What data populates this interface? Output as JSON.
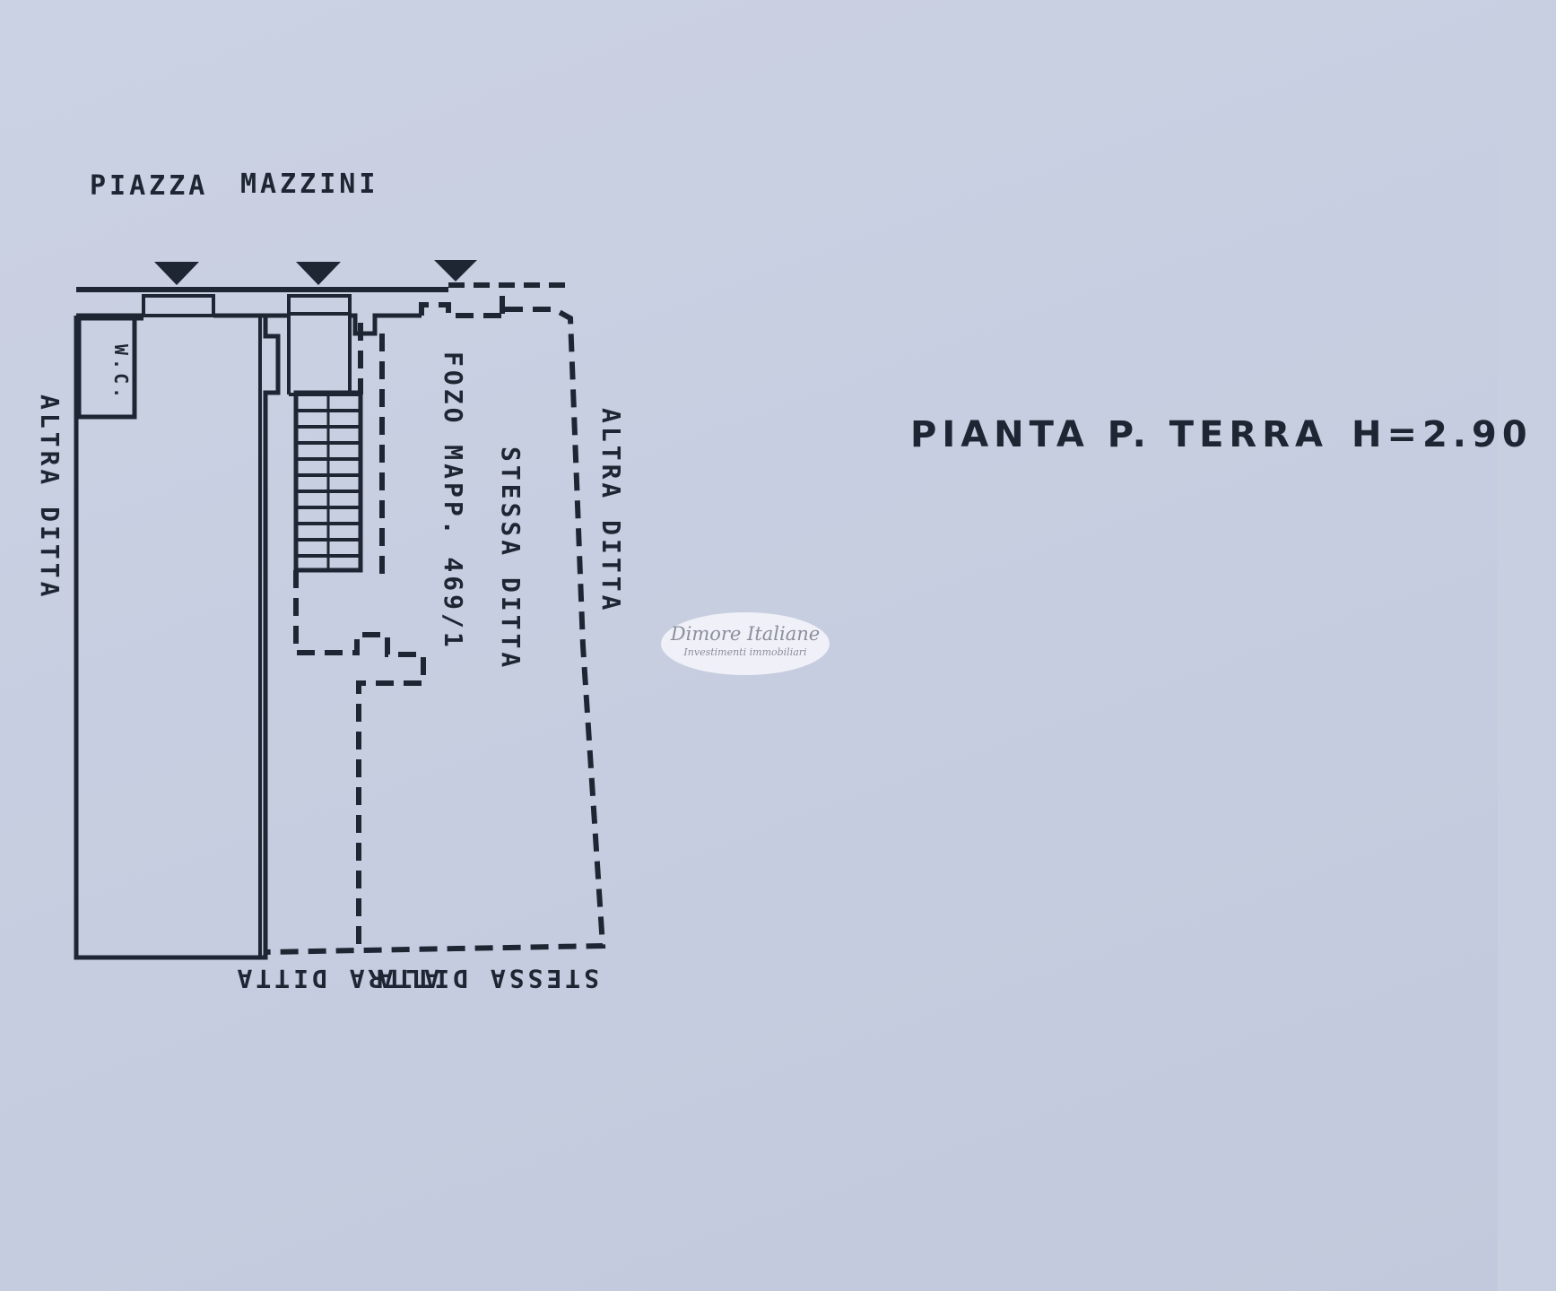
{
  "drawing": {
    "title": "PIANTA P. TERRA",
    "height": "H=2.90",
    "street_left": "PIAZZA",
    "street_right": "MAZZINI",
    "neighbor_left": "ALTRA DITTA",
    "neighbor_right": "ALTRA DITTA",
    "center_label_1": "STESSA DITTA",
    "center_label_2": "FOZO MAPP. 469/1",
    "wc": "W.C.",
    "bottom_left": "ALTRA DITTA",
    "bottom_right": "STESSA DITTA"
  },
  "watermark": {
    "name": "Dimore Italiane",
    "subtitle": "Investimenti immobiliari"
  },
  "colors": {
    "ink": "#1f2633",
    "paper": "#c8cfe0"
  }
}
